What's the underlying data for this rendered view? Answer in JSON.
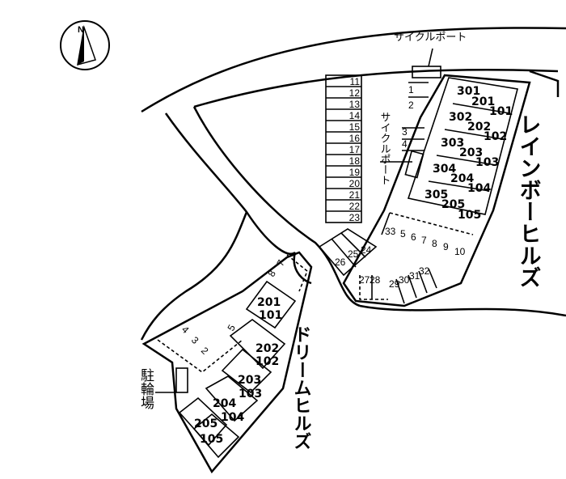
{
  "compass": {
    "label": "N"
  },
  "rainbow_hills": {
    "name": "レインボーヒルズ",
    "units": [
      "301",
      "201",
      "101",
      "302",
      "202",
      "102",
      "303",
      "203",
      "103",
      "304",
      "204",
      "104",
      "305",
      "205",
      "105"
    ],
    "cycle_port_top": "サイクルポート",
    "cycle_port_side": "サイクルポート",
    "bike_slots": [
      "1",
      "2",
      "3",
      "4"
    ],
    "parking_column": [
      "11",
      "12",
      "13",
      "14",
      "15",
      "16",
      "17",
      "18",
      "19",
      "20",
      "21",
      "22",
      "23"
    ],
    "parking_row": [
      "33",
      "5",
      "6",
      "7",
      "8",
      "9",
      "10"
    ],
    "parking_corner": [
      "24",
      "25",
      "26"
    ],
    "parking_bottom": [
      "27",
      "28",
      "29",
      "30",
      "31",
      "32"
    ]
  },
  "dream_hills": {
    "name": "ドリームヒルズ",
    "units": [
      "201",
      "101",
      "202",
      "102",
      "203",
      "103",
      "204",
      "104",
      "205",
      "105"
    ],
    "parking": [
      "4",
      "3",
      "2",
      "5",
      "8",
      "7"
    ],
    "bicycle_parking": "駐輪場"
  }
}
